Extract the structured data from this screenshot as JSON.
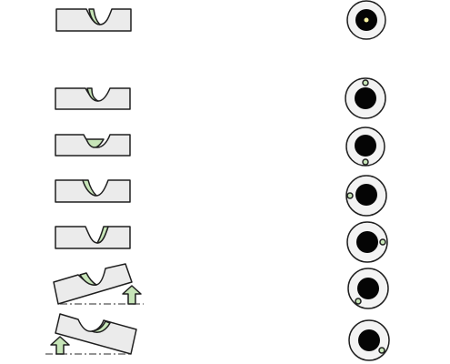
{
  "colors": {
    "background": "#ffffff",
    "outline": "#1f1f1f",
    "block_fill": "#ebebeb",
    "accent_green": "#c7e5b8",
    "disc": "#050505",
    "ring_fill": "#f3f3f3"
  },
  "rows": [
    {
      "block": "block-v-groove-centered-narrow",
      "dial": "dial-dot-center"
    },
    {
      "block": "block-v-groove-centered",
      "dial": "dial-dot-top"
    },
    {
      "block": "block-v-groove-centered-shallow",
      "dial": "dial-dot-bottom"
    },
    {
      "block": "block-v-groove-shift-left",
      "dial": "dial-dot-left"
    },
    {
      "block": "block-v-groove-shift-right",
      "dial": "dial-dot-right"
    },
    {
      "block": "block-tilted-right-up",
      "dial": "dial-dot-lower-left"
    },
    {
      "block": "block-tilted-left-up",
      "dial": "dial-dot-lower-right"
    }
  ]
}
